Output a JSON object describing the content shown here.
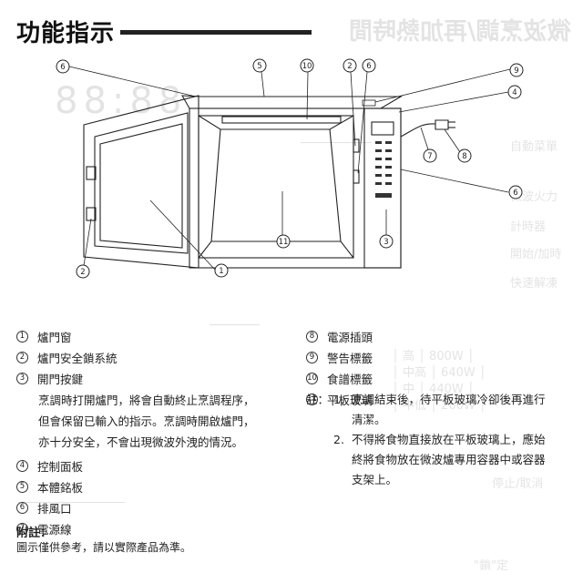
{
  "header": {
    "title": "功能指示"
  },
  "diagram": {
    "callouts": [
      "①",
      "②",
      "③",
      "④",
      "⑤",
      "⑥",
      "⑦",
      "⑧",
      "⑨",
      "⑩",
      "⑪"
    ]
  },
  "parts_left": [
    {
      "num": "①",
      "label": "爐門窗"
    },
    {
      "num": "②",
      "label": "爐門安全鎖系統"
    },
    {
      "num": "③",
      "label": "開門按鍵",
      "desc": [
        "烹調時打開爐門，將會自動終止烹調程序，",
        "但會保留已輸入的指示。烹調時開啟爐門，",
        "亦十分安全，不會出現微波外洩的情況。"
      ]
    },
    {
      "num": "④",
      "label": "控制面板"
    },
    {
      "num": "⑤",
      "label": "本體銘板"
    },
    {
      "num": "⑥",
      "label": "排風口"
    },
    {
      "num": "⑦",
      "label": "電源線"
    }
  ],
  "parts_right": [
    {
      "num": "⑧",
      "label": "電源插頭"
    },
    {
      "num": "⑨",
      "label": "警告標籤"
    },
    {
      "num": "⑩",
      "label": "食譜標籤"
    },
    {
      "num": "⑪",
      "label": "平板玻璃"
    }
  ],
  "notes": {
    "header": "註：",
    "items": [
      {
        "n": "1.",
        "lines": [
          "烹調結束後，待平板玻璃冷卻後再進行",
          "清潔。"
        ]
      },
      {
        "n": "2.",
        "lines": [
          "不得將食物直接放在平板玻璃上，應始",
          "終將食物放在微波爐專用容器中或容器",
          "支架上。"
        ]
      }
    ]
  },
  "appendix": {
    "title": "附註：",
    "text": "圖示僅供參考，請以實際產品為準。"
  }
}
